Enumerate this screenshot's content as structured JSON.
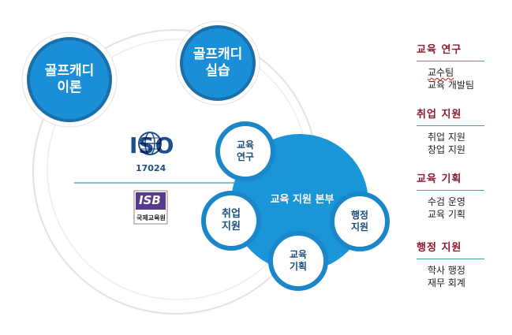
{
  "colors": {
    "accent_blue": "#1a8fd8",
    "ring_blue": "#1b7fc0",
    "heading_red": "#8b1a2e",
    "rule_teal": "#3aa4a4",
    "outer_ring_gray": "#d9d9d9"
  },
  "circles": {
    "theory": {
      "line1": "골프캐디",
      "line2": "이론"
    },
    "practice": {
      "line1": "골프캐디",
      "line2": "실습"
    },
    "hq": "교육 지원 본부",
    "research": {
      "line1": "교육",
      "line2": "연구"
    },
    "employment": {
      "line1": "취업",
      "line2": "지원"
    },
    "planning": {
      "line1": "교육",
      "line2": "기획"
    },
    "admin": {
      "line1": "행정",
      "line2": "지원"
    }
  },
  "logos": {
    "iso": {
      "mark": "ISO",
      "number": "17024",
      "icon": "globe-icon"
    },
    "isb": {
      "mark": "ISB",
      "subtitle": "국제교육원"
    }
  },
  "sidebar": [
    {
      "heading": "교육 연구",
      "items": [
        "교수팀",
        "교육 개발팀"
      ]
    },
    {
      "heading": "취업 지원",
      "items": [
        "취업 지원",
        "창업 지원"
      ]
    },
    {
      "heading": "교육 기획",
      "items": [
        "수검 운영",
        "교육 기획"
      ]
    },
    {
      "heading": "행정 지원",
      "items": [
        "학사 행정",
        "재무 회계"
      ]
    }
  ]
}
